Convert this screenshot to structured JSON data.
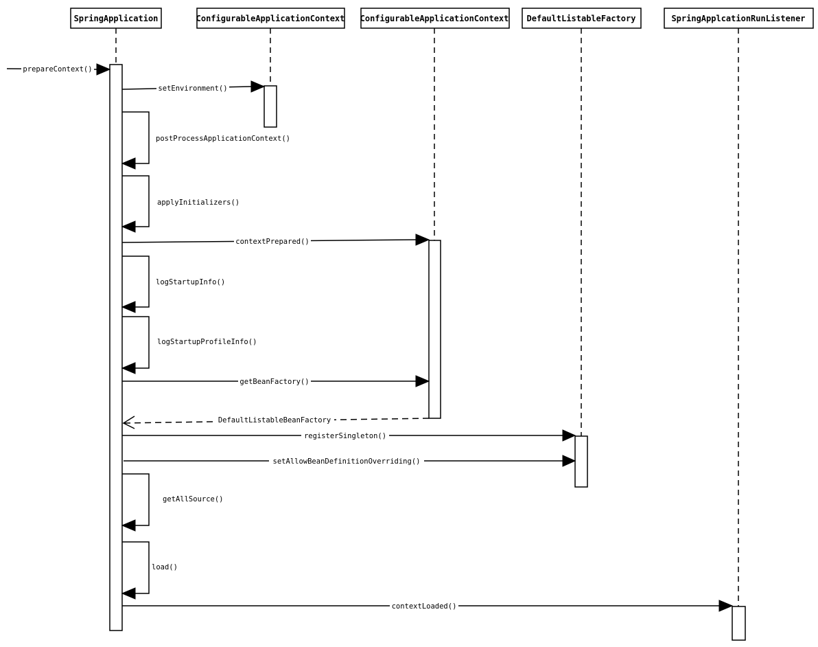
{
  "participants": [
    {
      "id": "p1",
      "name": "SpringApplication"
    },
    {
      "id": "p2",
      "name": "ConfigurableApplicationContext"
    },
    {
      "id": "p3",
      "name": "ConfigurableApplicationContext"
    },
    {
      "id": "p4",
      "name": "DefaultListableFactory"
    },
    {
      "id": "p5",
      "name": "SpringApplcationRunListener"
    }
  ],
  "messages": [
    {
      "id": "m0",
      "label": "prepareContext()",
      "kind": "entry"
    },
    {
      "id": "m1",
      "label": "setEnvironment()",
      "kind": "call",
      "from": "p1",
      "to": "p2"
    },
    {
      "id": "m2",
      "label": "postProcessApplicationContext()",
      "kind": "self"
    },
    {
      "id": "m3",
      "label": "applyInitializers()",
      "kind": "self"
    },
    {
      "id": "m4",
      "label": "contextPrepared()",
      "kind": "call",
      "from": "p1",
      "to": "p3"
    },
    {
      "id": "m5",
      "label": "logStartupInfo()",
      "kind": "self"
    },
    {
      "id": "m6",
      "label": "logStartupProfileInfo()",
      "kind": "self"
    },
    {
      "id": "m7",
      "label": "getBeanFactory()",
      "kind": "call",
      "from": "p1",
      "to": "p3"
    },
    {
      "id": "m8",
      "label": "DefaultListableBeanFactory",
      "kind": "return",
      "from": "p3",
      "to": "p1"
    },
    {
      "id": "m9",
      "label": "registerSingleton()",
      "kind": "call",
      "from": "p1",
      "to": "p4"
    },
    {
      "id": "m10",
      "label": "setAllowBeanDefinitionOverriding()",
      "kind": "call",
      "from": "p1",
      "to": "p4"
    },
    {
      "id": "m11",
      "label": "getAllSource()",
      "kind": "self"
    },
    {
      "id": "m12",
      "label": "load()",
      "kind": "self"
    },
    {
      "id": "m13",
      "label": "contextLoaded()",
      "kind": "call",
      "from": "p1",
      "to": "p5"
    }
  ]
}
